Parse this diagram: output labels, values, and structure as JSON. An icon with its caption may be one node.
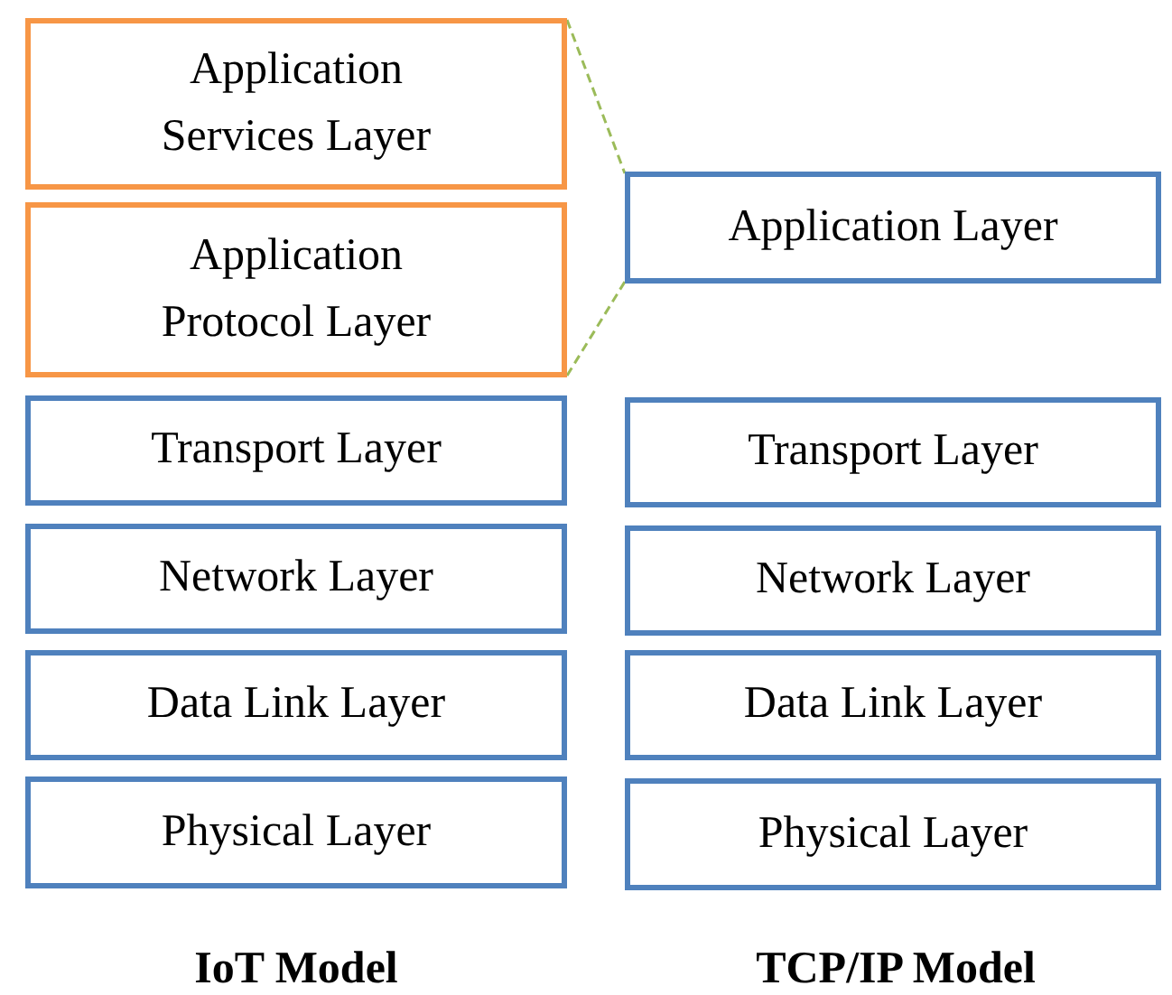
{
  "diagram": {
    "nodes": [
      {
        "text": [
          "Application Services Layer"
        ]
      },
      {
        "text": [
          "Application Protocol Layer"
        ]
      },
      {
        "text": [
          "Application Layer"
        ]
      },
      {
        "text": [
          "Transport Layer"
        ]
      },
      {
        "text": [
          "Transport Layer"
        ]
      },
      {
        "text": [
          "Network Layer"
        ]
      },
      {
        "text": [
          "Network Layer"
        ]
      },
      {
        "text": [
          "Data Link Layer"
        ]
      },
      {
        "text": [
          "Data Link Layer"
        ]
      },
      {
        "text": [
          "Physical Layer"
        ]
      },
      {
        "text": [
          "Physical Layer"
        ]
      }
    ],
    "edges": [
      {
        "from": 0,
        "to": 2,
        "arrow": "none",
        "style": "dashed",
        "color": "#9bbb59"
      },
      {
        "from": 1,
        "to": 2,
        "arrow": "none",
        "style": "dashed",
        "color": "#9bbb59"
      }
    ],
    "labels": [
      "IoT Model",
      "TCP/IP Model"
    ]
  }
}
